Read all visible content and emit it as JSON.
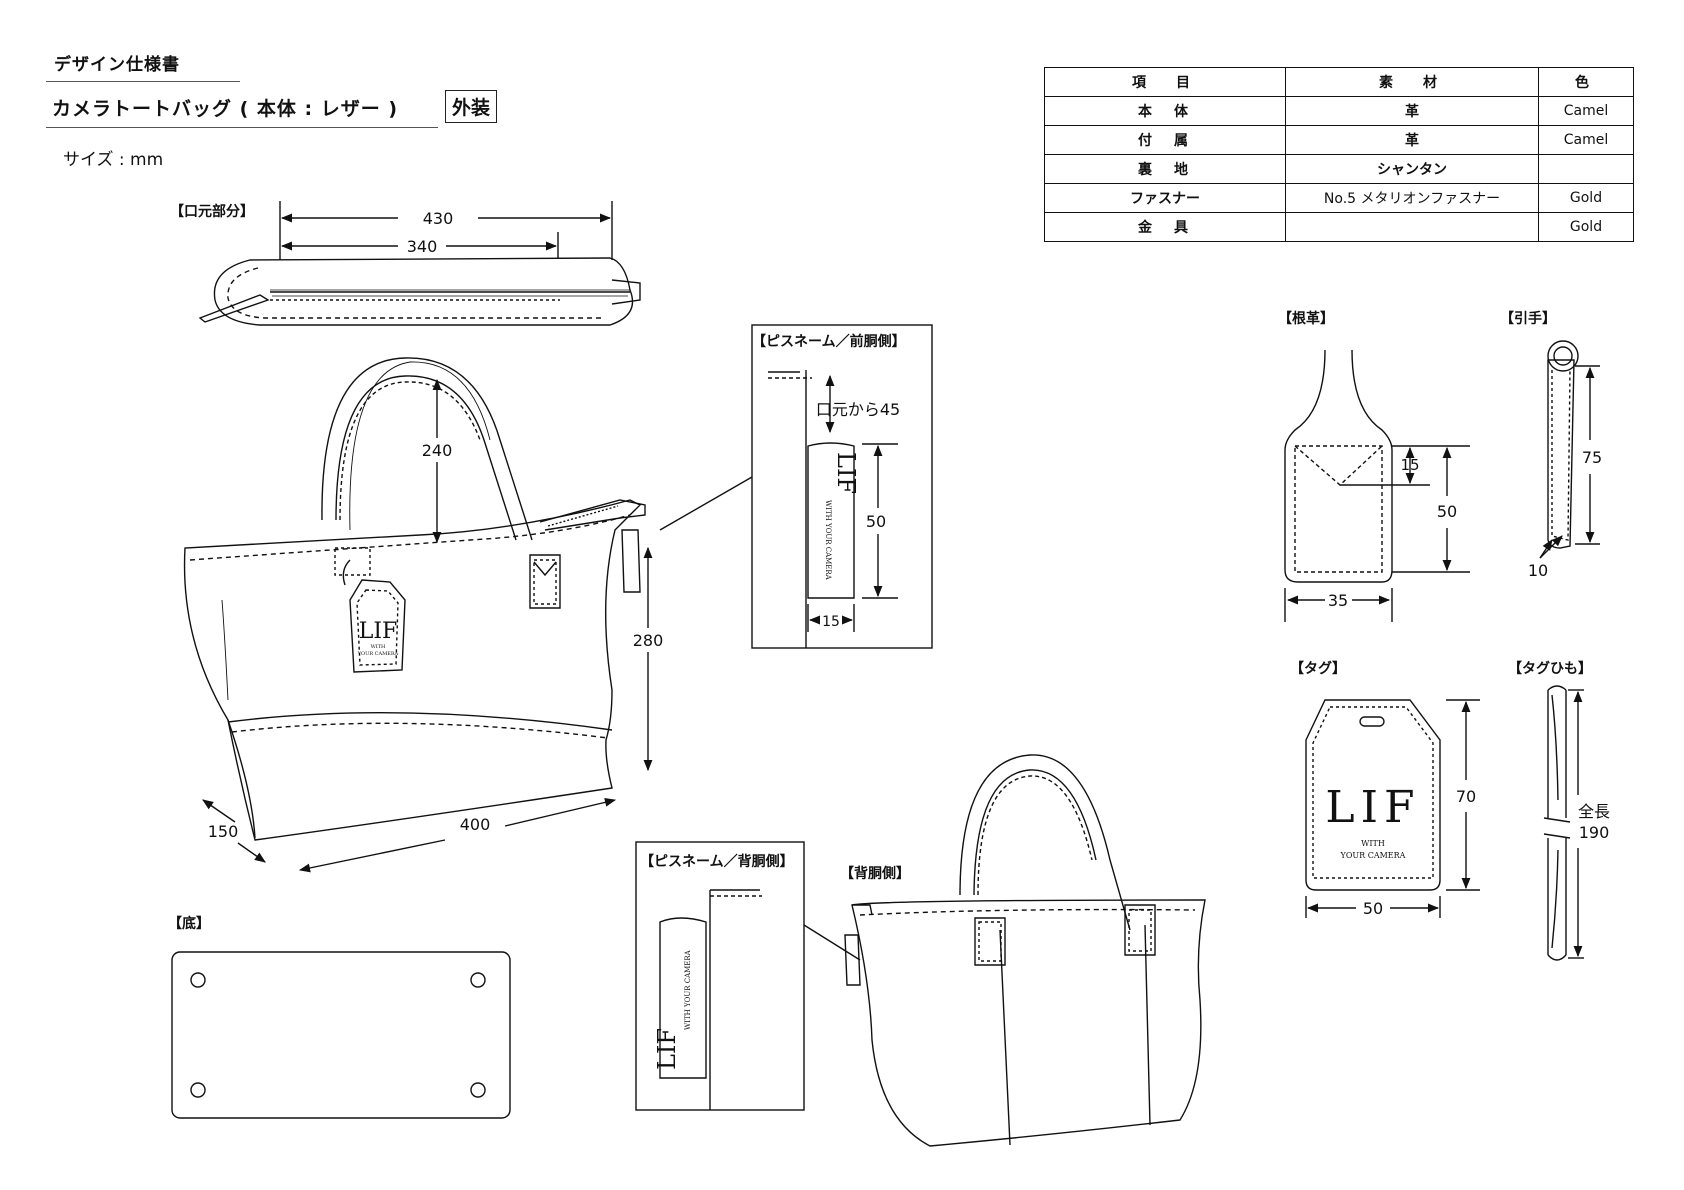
{
  "header": {
    "doc_title": "デザイン仕様書",
    "product_name": "カメラトートバッグ ( 本体 : レザー )",
    "section_badge": "外装",
    "size_unit": "サイズ : mm"
  },
  "spec_table": {
    "headers": [
      "項　目",
      "素　材",
      "色"
    ],
    "rows": [
      {
        "item": "本　体",
        "material": "革",
        "color": "Camel"
      },
      {
        "item": "付　属",
        "material": "革",
        "color": "Camel"
      },
      {
        "item": "裏　地",
        "material": "シャンタン",
        "color": ""
      },
      {
        "item": "ファスナー",
        "material": "No.5 メタリオンファスナー",
        "color": "Gold"
      },
      {
        "item": "金　具",
        "material": "",
        "color": "Gold"
      }
    ]
  },
  "sections": {
    "opening": "【口元部分】",
    "pisu_front": "【ピスネーム／前胴側】",
    "pisu_back": "【ピスネーム／背胴側】",
    "back_side": "【背胴側】",
    "bottom": "【底】",
    "root_leather": "【根革】",
    "pull": "【引手】",
    "tag": "【タグ】",
    "tag_string": "【タグひも】"
  },
  "dimensions": {
    "opening_outer": "430",
    "opening_inner": "340",
    "handle_drop": "240",
    "height": "280",
    "width": "400",
    "depth": "150",
    "pisu_from_mouth": "口元から45",
    "pisu_height": "50",
    "pisu_width": "15",
    "root_inner": "15",
    "root_height": "50",
    "root_width": "35",
    "pull_length": "75",
    "pull_width": "10",
    "tag_height": "70",
    "tag_width": "50",
    "tag_string_label": "全長",
    "tag_string_length": "190"
  },
  "brand": {
    "logo": "LIF",
    "tagline_1": "WITH",
    "tagline_2": "YOUR CAMERA",
    "tagline_full": "WITH YOUR CAMERA"
  }
}
